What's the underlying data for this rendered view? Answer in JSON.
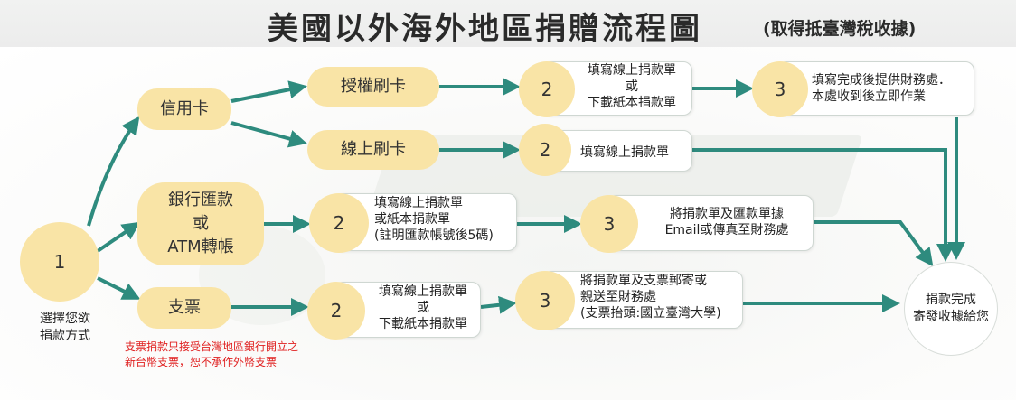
{
  "header": {
    "title": "美國以外海外地區捐贈流程圖",
    "subtitle": "(取得抵臺灣稅收據)"
  },
  "start": {
    "number": "1",
    "label_line1": "選擇您欲",
    "label_line2": "捐款方式"
  },
  "methods": {
    "credit_card": "信用卡",
    "bank_line1": "銀行匯款",
    "bank_line2": "或",
    "bank_line3": "ATM轉帳",
    "check": "支票"
  },
  "credit_options": {
    "authorized": "授權刷卡",
    "online": "線上刷卡"
  },
  "steps": {
    "auth_step2": {
      "number": "2",
      "line1": "填寫線上捐款單",
      "line2": "或",
      "line3": "下載紙本捐款單"
    },
    "auth_step3": {
      "number": "3",
      "line1": "填寫完成後提供財務處．",
      "line2": "本處收到後立即作業"
    },
    "online_step2": {
      "number": "2",
      "line1": "填寫線上捐款單"
    },
    "bank_step2": {
      "number": "2",
      "line1": "填寫線上捐款單",
      "line2": "或紙本捐款單",
      "line3": "(註明匯款帳號後5碼)"
    },
    "bank_step3": {
      "number": "3",
      "line1": "將捐款單及匯款單據",
      "line2": "Email或傳真至財務處"
    },
    "check_step2": {
      "number": "2",
      "line1": "填寫線上捐款單",
      "line2": "或",
      "line3": "下載紙本捐款單"
    },
    "check_step3": {
      "number": "3",
      "line1": "將捐款單及支票郵寄或",
      "line2": "親送至財務處",
      "line3": "(支票抬頭:國立臺灣大學)"
    }
  },
  "final": {
    "line1": "捐款完成",
    "line2": "寄發收據給您"
  },
  "note": {
    "line1": "支票捐款只接受台灣地區銀行開立之",
    "line2": "新台幣支票，恕不承作外幣支票"
  },
  "colors": {
    "arrow": "#2e8b7e",
    "node_fill": "#f9e4a6",
    "note_text": "#e02020"
  }
}
